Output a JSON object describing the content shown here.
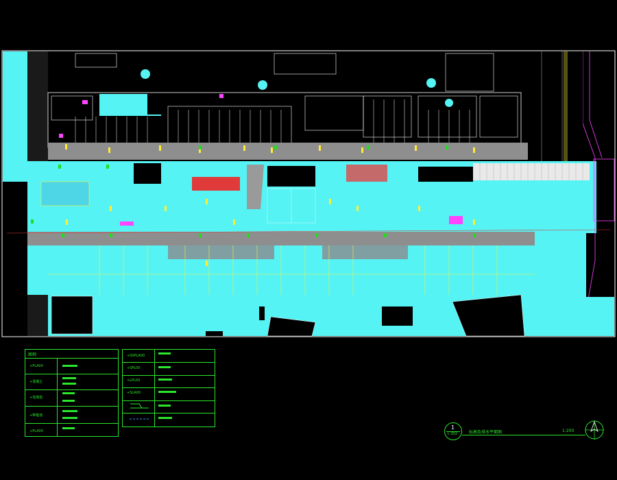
{
  "drawing": {
    "background": "#000000",
    "colors": {
      "cyan": "#55f3f3",
      "gray": "#9a9a9a",
      "yellow": "#ffee33",
      "green": "#22dd22",
      "magenta": "#ff44ff",
      "red": "#e03a3a",
      "white": "#ffffff",
      "outline": "#2be82b"
    }
  },
  "legend_left": {
    "header": "图例",
    "rows": [
      {
        "label": "+PLA00"
      },
      {
        "label": "+混凝土"
      },
      {
        "label": "+花岗岩"
      },
      {
        "label": "+种植池"
      },
      {
        "label": "+PLA00"
      }
    ]
  },
  "legend_right": {
    "rows": [
      {
        "label": "+S0PLA00"
      },
      {
        "label": "+SPL00"
      },
      {
        "label": "+LPL00"
      },
      {
        "label": "+SLA00"
      },
      {
        "label": ""
      },
      {
        "label": ""
      }
    ]
  },
  "title_block": {
    "number": "1",
    "sheet": "L-302",
    "name": "标高及排水平面图",
    "scale": "1:200"
  },
  "north_arrow": {
    "icon": "compass-north-arrow-icon"
  }
}
